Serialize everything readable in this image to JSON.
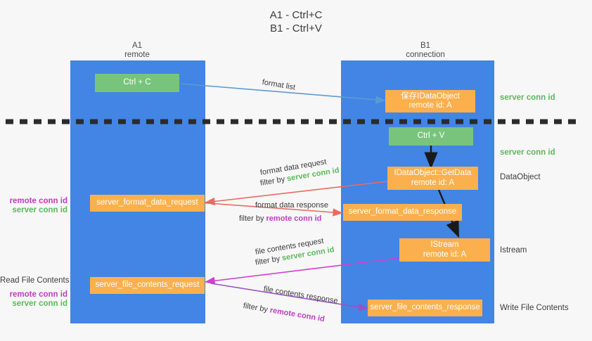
{
  "title": {
    "line1": "A1 - Ctrl+C",
    "line2": "B1 - Ctrl+V"
  },
  "colors": {
    "lane": "#4285e4",
    "orange": "#fbb04d",
    "green": "#79c47d",
    "server_conn_id": "#5cb85c",
    "remote_conn_id": "#c23ac2",
    "divider": "#2b2b2b",
    "arrow_blue": "#5b9bd5",
    "arrow_red": "#ea6a62",
    "arrow_magenta": "#d13fd1",
    "arrow_purple": "#9b51c7",
    "arrow_black": "#1a1a1a",
    "background": "#f7f7f7"
  },
  "lanes": [
    {
      "id": "a1",
      "title": "A1",
      "subtitle": "remote"
    },
    {
      "id": "b1",
      "title": "B1",
      "subtitle": "connection"
    }
  ],
  "nodes": [
    {
      "id": "ctrl-c",
      "line1": "Ctrl + C",
      "line2": "",
      "style": "green"
    },
    {
      "id": "save-idataobject",
      "line1": "保存IDataObject",
      "line2": "remote id: A",
      "style": "orange"
    },
    {
      "id": "ctrl-v",
      "line1": "Ctrl + V",
      "line2": "",
      "style": "green"
    },
    {
      "id": "idataobject-getdata",
      "line1": "IDataObject::GetData",
      "line2": "remote id: A",
      "style": "orange"
    },
    {
      "id": "fmt-data-request",
      "line1": "server_format_data_request",
      "line2": "",
      "style": "orange"
    },
    {
      "id": "fmt-data-response",
      "line1": "server_format_data_response",
      "line2": "",
      "style": "orange"
    },
    {
      "id": "istream",
      "line1": "IStream",
      "line2": "remote id: A",
      "style": "orange"
    },
    {
      "id": "file-contents-request",
      "line1": "server_file_contents_request",
      "line2": "",
      "style": "orange"
    },
    {
      "id": "file-contents-response",
      "line1": "server_file_contents_response",
      "line2": "",
      "style": "orange"
    }
  ],
  "edges": [
    {
      "id": "format-list",
      "label": "format list",
      "filter_prefix": "",
      "filter_key": ""
    },
    {
      "id": "format-data-request",
      "label": "format data request",
      "filter_prefix": "filter by",
      "filter_key": "server conn id"
    },
    {
      "id": "format-data-response",
      "label": "format data response",
      "filter_prefix": "filter by",
      "filter_key": "remote conn id"
    },
    {
      "id": "file-contents-request",
      "label": "file contents request",
      "filter_prefix": "filter by",
      "filter_key": "server conn id"
    },
    {
      "id": "file-contents-response",
      "label": "file contents response",
      "filter_prefix": "filter by",
      "filter_key": "remote conn id"
    }
  ],
  "right_labels": [
    {
      "id": "server-conn-id-top",
      "text": "server conn id",
      "style": "green"
    },
    {
      "id": "server-conn-id-mid",
      "text": "server conn id",
      "style": "green"
    },
    {
      "id": "dataobject",
      "text": "DataObject",
      "style": "plain"
    },
    {
      "id": "istream",
      "text": "Istream",
      "style": "plain"
    },
    {
      "id": "write-file-contents",
      "text": "Write File Contents",
      "style": "plain"
    }
  ],
  "left_labels": [
    {
      "id": "remote-conn-id-1",
      "text": "remote conn id",
      "style": "purple"
    },
    {
      "id": "server-conn-id-1",
      "text": "server conn id",
      "style": "green"
    },
    {
      "id": "read-file-contents",
      "text": "Read File Contents",
      "style": "plain"
    },
    {
      "id": "remote-conn-id-2",
      "text": "remote conn id",
      "style": "purple"
    },
    {
      "id": "server-conn-id-2",
      "text": "server conn id",
      "style": "green"
    }
  ]
}
